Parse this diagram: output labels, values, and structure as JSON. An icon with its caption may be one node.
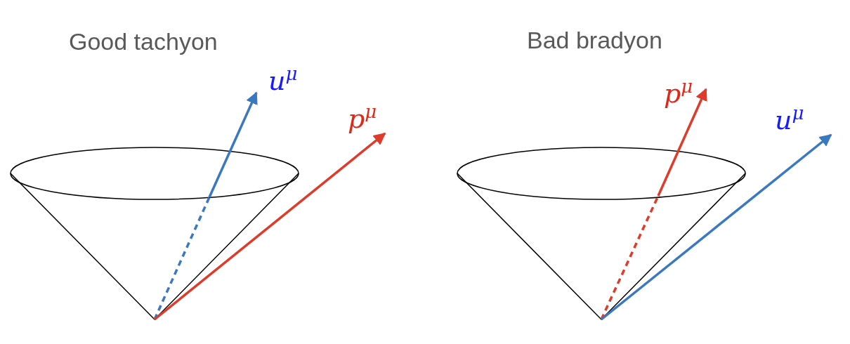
{
  "diagram": {
    "labels": [
      "Good tachyon",
      "u$^{μ}$",
      "p$^{μ}$",
      "Bad bradyon",
      "p$^{μ}$",
      "u$^{μ}$"
    ]
  }
}
